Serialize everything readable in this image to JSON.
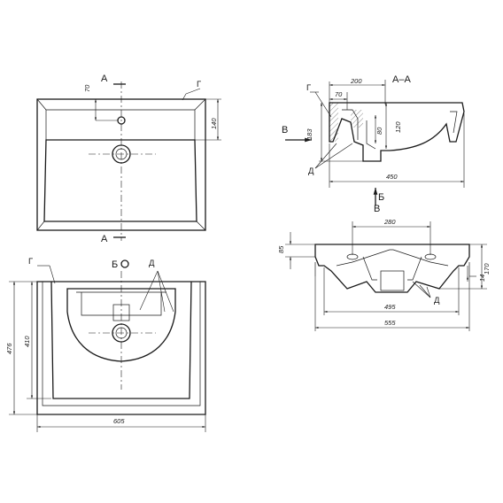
{
  "labels": {
    "section_a_top": "А",
    "section_a_bottom": "А",
    "section_title": "А–А",
    "view_b_marker": "Б",
    "view_b_arrow": "Б",
    "view_v_side": "В",
    "view_v_bottom": "В",
    "note_g1": "Г",
    "note_g2": "Г",
    "note_g3": "Г",
    "note_d1": "Д",
    "note_d2": "Д",
    "note_d3": "Д"
  },
  "dimensions": {
    "d70_top": "70",
    "d140": "140",
    "d200": "200",
    "d70_section": "70",
    "d183": "183",
    "d80": "80",
    "d120": "120",
    "d450": "450",
    "d280": "280",
    "d85": "85",
    "d170": "170",
    "d14": "14",
    "d495": "495",
    "d555": "555",
    "d476": "476",
    "d410": "410",
    "d605": "605"
  }
}
